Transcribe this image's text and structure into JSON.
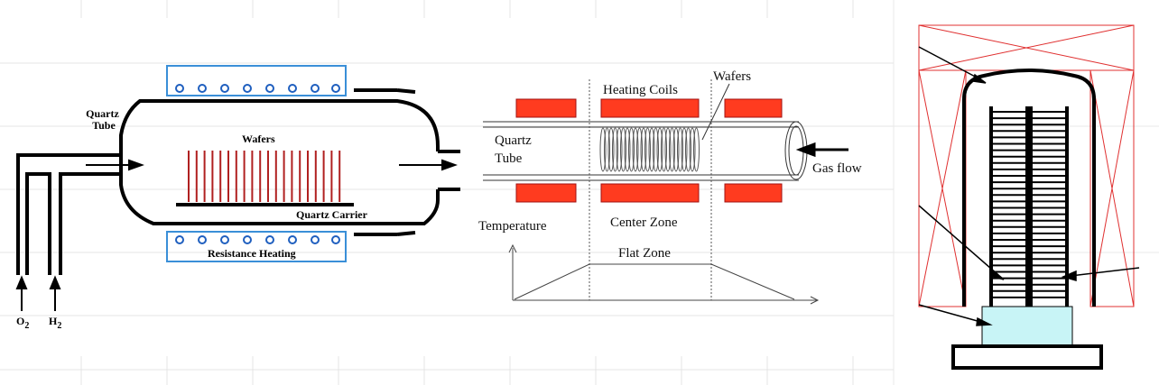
{
  "left_diagram": {
    "quartz_tube_line1": "Quartz",
    "quartz_tube_line2": "Tube",
    "wafers": "Wafers",
    "quartz_carrier": "Quartz Carrier",
    "resistance_heating": "Resistance Heating",
    "gas_o2": "O",
    "gas_o2_sub": "2",
    "gas_h2": "H",
    "gas_h2_sub": "2",
    "coil_color": "#3a8fd8",
    "wafer_color": "#b02020"
  },
  "middle_diagram": {
    "heating_coils": "Heating Coils",
    "wafers": "Wafers",
    "quartz_tube_line1": "Quartz",
    "quartz_tube_line2": "Tube",
    "gas_flow": "Gas flow",
    "temperature": "Temperature",
    "center_zone": "Center Zone",
    "flat_zone": "Flat Zone",
    "heater_color": "#ff3b1f"
  },
  "right_diagram": {
    "frame_color": "#e03030",
    "base_color": "#c8f4f6"
  }
}
